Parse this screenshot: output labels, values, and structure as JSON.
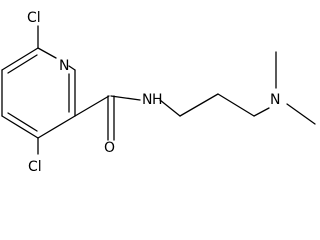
{
  "molecule": {
    "atoms": {
      "cl_top": "Cl",
      "n_ring": "N",
      "cl_bottom": "Cl",
      "n_amide": "N",
      "h_amide": "H",
      "o_carbonyl": "O",
      "n_amine": "N"
    }
  }
}
